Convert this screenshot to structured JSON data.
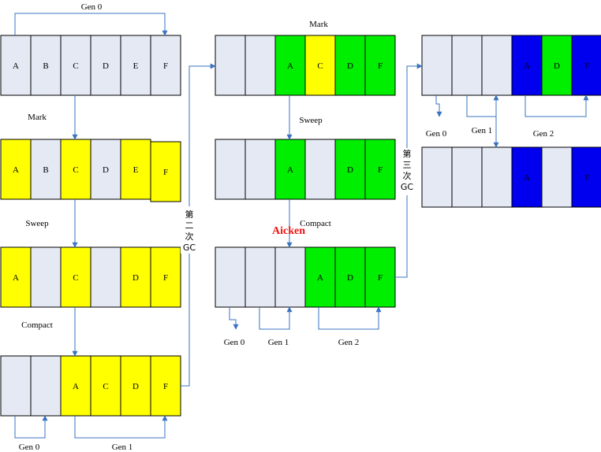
{
  "colors": {
    "empty": "#e4e9f4",
    "yellow": "#ffff00",
    "green": "#00ee00",
    "blue": "#0000ee",
    "border": "#000000",
    "arrow": "#3a73c0"
  },
  "watermark": "Aicken",
  "stage_labels": {
    "mark_left": "Mark",
    "sweep_left": "Sweep",
    "compact_left": "Compact",
    "mark_mid": "Mark",
    "sweep_mid": "Sweep",
    "compact_mid": "Compact"
  },
  "gen_labels": {
    "top_gen0": "Gen 0",
    "r4_gen0": "Gen 0",
    "r4_gen1": "Gen 1",
    "m3_gen0": "Gen 0",
    "m3_gen1": "Gen 1",
    "m3_gen2": "Gen 2",
    "rt_gen0": "Gen 0",
    "rt_gen1": "Gen 1",
    "rt_gen2": "Gen 2"
  },
  "transition_labels": {
    "second_gc": [
      "第",
      "二",
      "次",
      "GC"
    ],
    "third_gc": [
      "第",
      "三",
      "次",
      "GC"
    ]
  },
  "rows": [
    {
      "id": "left-row-1",
      "cells": [
        {
          "t": "A",
          "c": "empty"
        },
        {
          "t": "B",
          "c": "empty"
        },
        {
          "t": "C",
          "c": "empty"
        },
        {
          "t": "D",
          "c": "empty"
        },
        {
          "t": "E",
          "c": "empty"
        },
        {
          "t": "F",
          "c": "empty"
        }
      ]
    },
    {
      "id": "left-row-2",
      "cells": [
        {
          "t": "A",
          "c": "yellow"
        },
        {
          "t": "B",
          "c": "empty"
        },
        {
          "t": "C",
          "c": "yellow"
        },
        {
          "t": "D",
          "c": "empty"
        },
        {
          "t": "E",
          "c": "yellow"
        },
        {
          "t": "F",
          "c": "yellow"
        }
      ]
    },
    {
      "id": "left-row-3",
      "cells": [
        {
          "t": "A",
          "c": "yellow"
        },
        {
          "t": "",
          "c": "empty"
        },
        {
          "t": "C",
          "c": "yellow"
        },
        {
          "t": "",
          "c": "empty"
        },
        {
          "t": "D",
          "c": "yellow"
        },
        {
          "t": "F",
          "c": "yellow"
        }
      ]
    },
    {
      "id": "left-row-4",
      "cells": [
        {
          "t": "",
          "c": "empty"
        },
        {
          "t": "",
          "c": "empty"
        },
        {
          "t": "A",
          "c": "yellow"
        },
        {
          "t": "C",
          "c": "yellow"
        },
        {
          "t": "D",
          "c": "yellow"
        },
        {
          "t": "F",
          "c": "yellow"
        }
      ]
    },
    {
      "id": "middle-row-1",
      "cells": [
        {
          "t": "",
          "c": "empty"
        },
        {
          "t": "",
          "c": "empty"
        },
        {
          "t": "A",
          "c": "green"
        },
        {
          "t": "C",
          "c": "yellow"
        },
        {
          "t": "D",
          "c": "green"
        },
        {
          "t": "F",
          "c": "green"
        }
      ]
    },
    {
      "id": "middle-row-2",
      "cells": [
        {
          "t": "",
          "c": "empty"
        },
        {
          "t": "",
          "c": "empty"
        },
        {
          "t": "A",
          "c": "green"
        },
        {
          "t": "",
          "c": "empty"
        },
        {
          "t": "D",
          "c": "green"
        },
        {
          "t": "F",
          "c": "green"
        }
      ]
    },
    {
      "id": "middle-row-3",
      "cells": [
        {
          "t": "",
          "c": "empty"
        },
        {
          "t": "",
          "c": "empty"
        },
        {
          "t": "",
          "c": "empty"
        },
        {
          "t": "A",
          "c": "green"
        },
        {
          "t": "D",
          "c": "green"
        },
        {
          "t": "F",
          "c": "green"
        }
      ]
    },
    {
      "id": "right-row-1",
      "cells": [
        {
          "t": "",
          "c": "empty"
        },
        {
          "t": "",
          "c": "empty"
        },
        {
          "t": "",
          "c": "empty"
        },
        {
          "t": "A",
          "c": "blue"
        },
        {
          "t": "D",
          "c": "green"
        },
        {
          "t": "F",
          "c": "blue"
        }
      ]
    },
    {
      "id": "right-row-2",
      "cells": [
        {
          "t": "",
          "c": "empty"
        },
        {
          "t": "",
          "c": "empty"
        },
        {
          "t": "",
          "c": "empty"
        },
        {
          "t": "A",
          "c": "blue"
        },
        {
          "t": "",
          "c": "empty"
        },
        {
          "t": "F",
          "c": "blue"
        }
      ]
    }
  ]
}
